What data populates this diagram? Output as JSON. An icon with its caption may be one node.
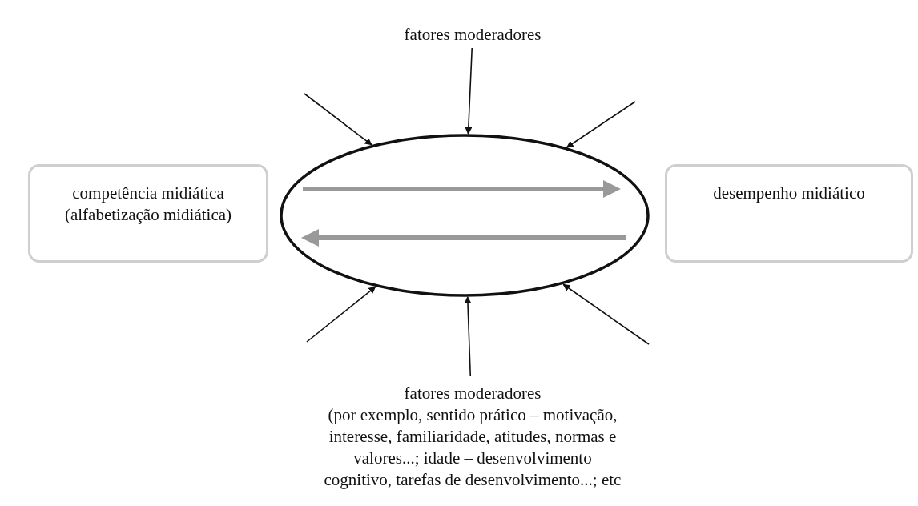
{
  "diagram": {
    "nodes": [
      {
        "text": [
          "competência midiática (alfabetização midiática)"
        ]
      },
      {
        "text": [],
        "shape": "ellipse"
      },
      {
        "text": [
          "desempenho midiático"
        ]
      },
      {
        "text": [
          "fatores moderadores"
        ]
      },
      {
        "text": [
          "fatores moderadores",
          "(por exemplo, sentido prático – motivação, interesse, familiaridade, atitudes, normas e valores...; idade – desenvolvimento cognitivo, tarefas de desenvolvimento...; etc"
        ]
      }
    ],
    "edges": [
      {
        "from": null,
        "to": 1,
        "arrow": "to"
      },
      {
        "from": 3,
        "to": 1,
        "arrow": "to"
      },
      {
        "from": null,
        "to": 1,
        "arrow": "to"
      },
      {
        "from": null,
        "to": 1,
        "arrow": "to"
      },
      {
        "from": 4,
        "to": 1,
        "arrow": "to"
      },
      {
        "from": null,
        "to": 1,
        "arrow": "to"
      }
    ]
  }
}
